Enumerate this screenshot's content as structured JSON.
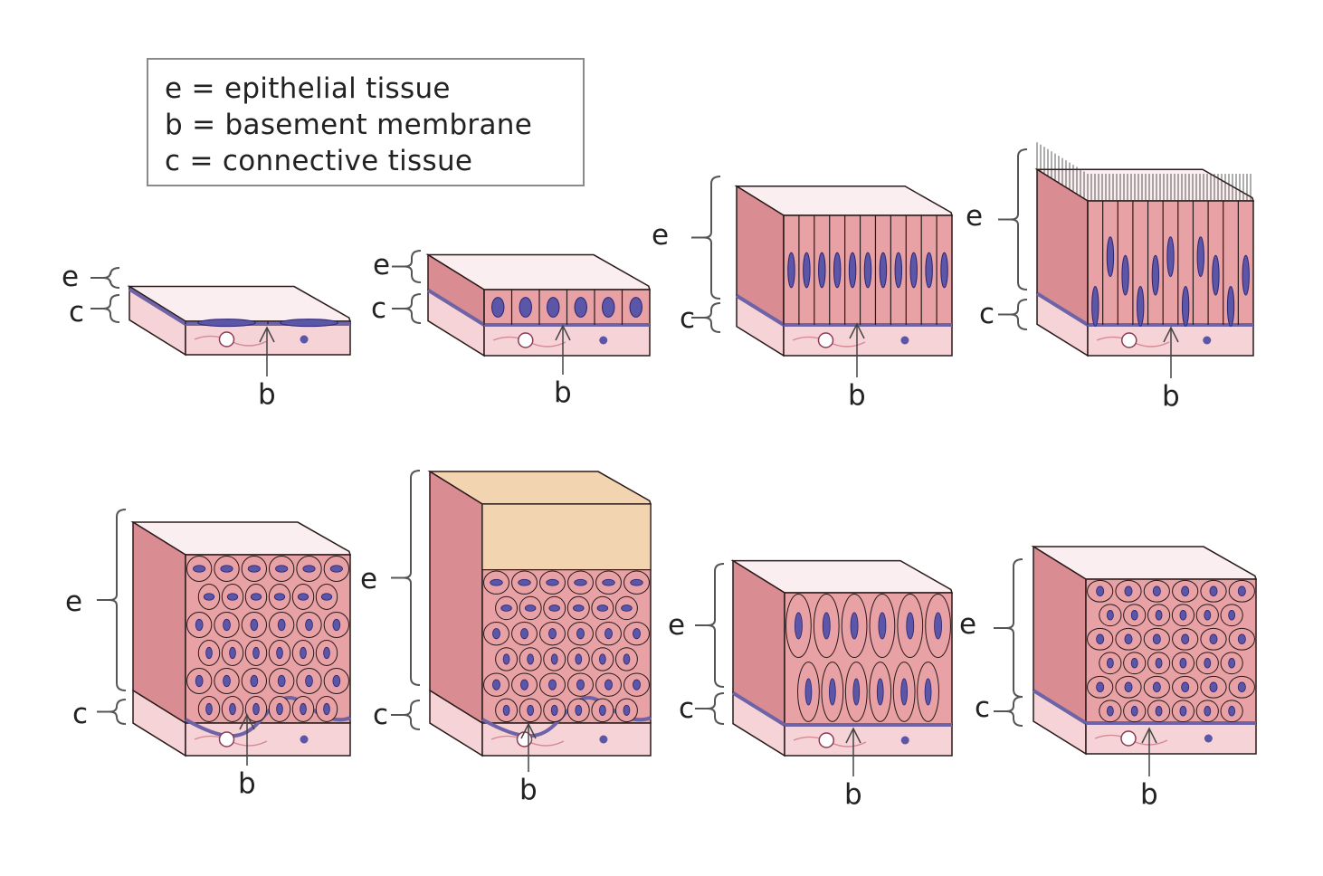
{
  "legend": {
    "items": [
      {
        "key": "e",
        "text": "e = epithelial tissue"
      },
      {
        "key": "b",
        "text": "b = basement membrane"
      },
      {
        "key": "c",
        "text": "c = connective tissue"
      }
    ]
  },
  "labels": {
    "epithelial": "e",
    "connective": "c",
    "basement": "b"
  },
  "colors": {
    "epithelium": "#e8a1a4",
    "epithelium_dark": "#d98c91",
    "apical_surface": "#fbeef0",
    "nucleus": "#5b56a8",
    "connective": "#f6d3d6",
    "basement": "#6d63a6",
    "keratin": "#f2d5b0",
    "outline": "#2a1a1a"
  },
  "panels": [
    {
      "id": "simple-squamous",
      "row": 1,
      "col": 1,
      "type": "simple",
      "cell": "squamous"
    },
    {
      "id": "simple-cuboidal",
      "row": 1,
      "col": 2,
      "type": "simple",
      "cell": "cuboidal"
    },
    {
      "id": "simple-columnar",
      "row": 1,
      "col": 3,
      "type": "simple",
      "cell": "columnar"
    },
    {
      "id": "pseudostratified-ciliated-columnar",
      "row": 1,
      "col": 4,
      "type": "pseudostratified",
      "cell": "ciliated"
    },
    {
      "id": "stratified-squamous-nonkeratinized",
      "row": 2,
      "col": 1,
      "type": "stratified",
      "cell": "squamous"
    },
    {
      "id": "stratified-squamous-keratinized",
      "row": 2,
      "col": 2,
      "type": "stratified",
      "cell": "keratinized"
    },
    {
      "id": "stratified-columnar",
      "row": 2,
      "col": 3,
      "type": "stratified",
      "cell": "columnar"
    },
    {
      "id": "transitional",
      "row": 2,
      "col": 4,
      "type": "transitional",
      "cell": "dome"
    }
  ]
}
